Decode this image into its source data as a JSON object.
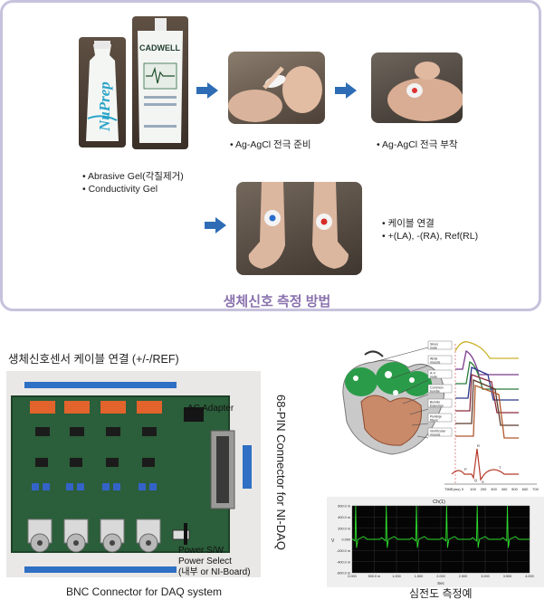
{
  "top_panel": {
    "gels_caption": [
      "• Abrasive Gel(각질제거)",
      "• Conductivity Gel"
    ],
    "step1_caption": "• Ag-AgCl 전극 준비",
    "step2_caption": "• Ag-AgCl 전극 부착",
    "step3_caption": [
      "• 케이블 연결",
      "• +(LA), -(RA), Ref(RL)"
    ],
    "title": "생체신호 측정 방법",
    "nuprep_logo": "NuPrep",
    "tencadwell_logo": "CADWELL"
  },
  "board": {
    "title": "생체신호센서 케이블 연결 (+/-/REF)",
    "ac_adapter": "AC Adapter",
    "connector_label": "68-PIN Connector  for  NI-DAQ",
    "power_sw": [
      "Power S/W",
      "Power Select",
      "(내부 or NI-Board)"
    ],
    "bnc_label": "BNC Connector for DAQ system"
  },
  "heart": {
    "waveform_labels": [
      "Sinus node",
      "Atrial muscle",
      "A-V node",
      "Common bundle",
      "Bundle branches",
      "Purkinje fibers",
      "Ventricular muscle"
    ],
    "time_label": "TIME(ms)",
    "time_ticks": [
      "0",
      "100",
      "200",
      "300",
      "400",
      "500",
      "600",
      "700"
    ],
    "ecg_wave_labels": [
      "P",
      "Q",
      "R",
      "S",
      "T"
    ]
  },
  "ecg": {
    "caption": "심전도 측정예",
    "chart_title": "Ch(1)",
    "ylabel": "V",
    "xlabel": "Sec",
    "yticks": [
      "600.0 m",
      "400.0 m",
      "200.0 m",
      "0.000",
      "-200.0 m",
      "-400.0 m",
      "-600.0 m"
    ],
    "xticks": [
      "0.000",
      "500.0 m",
      "1.000",
      "1.500",
      "2.000",
      "2.500",
      "3.000",
      "3.500",
      "4.000"
    ]
  },
  "chart_data": {
    "type": "line",
    "title": "Ch(1)",
    "xlabel": "Sec",
    "ylabel": "V",
    "xlim": [
      0,
      4
    ],
    "ylim": [
      -0.6,
      0.6
    ],
    "grid": true,
    "series": [
      {
        "beat_times_sec": [
          0.08,
          0.77,
          1.45,
          2.13,
          2.82,
          3.5
        ],
        "r_peak_v": 0.6,
        "baseline_v": 0.0,
        "s_trough_v": -0.15,
        "color": "#2ddc2d"
      }
    ]
  }
}
